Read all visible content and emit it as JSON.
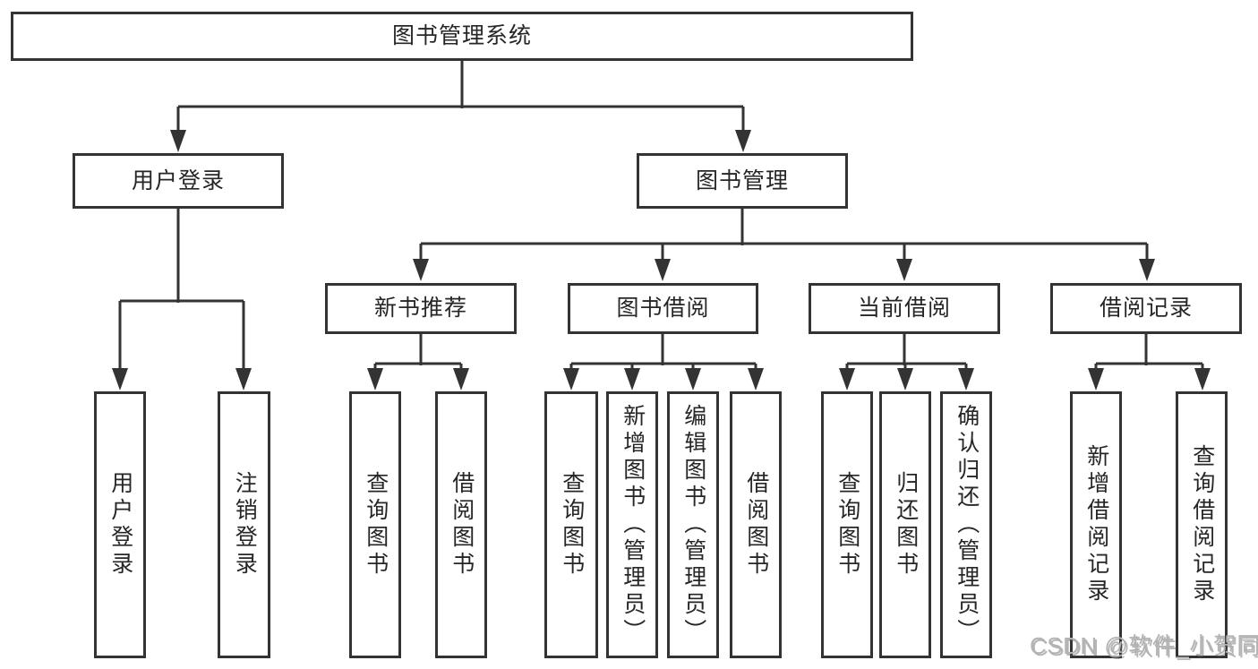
{
  "tree": {
    "root": "图书管理系统",
    "login": {
      "label": "用户登录",
      "children": [
        "用户登录",
        "注销登录"
      ]
    },
    "mgmt": {
      "label": "图书管理",
      "groups": [
        {
          "label": "新书推荐",
          "children": [
            "查询图书",
            "借阅图书"
          ]
        },
        {
          "label": "图书借阅",
          "children": [
            "查询图书",
            "新增图书（管理员）",
            "编辑图书（管理员）",
            "借阅图书"
          ]
        },
        {
          "label": "当前借阅",
          "children": [
            "查询图书",
            "归还图书",
            "确认归还（管理员）"
          ]
        },
        {
          "label": "借阅记录",
          "children": [
            "新增借阅记录",
            "查询借阅记录"
          ]
        }
      ]
    }
  },
  "watermark": "CSDN @软件_小贺同学",
  "colors": {
    "line": "#333333",
    "text": "#262626",
    "watermark": "#b3b3b3",
    "background": "#ffffff"
  }
}
